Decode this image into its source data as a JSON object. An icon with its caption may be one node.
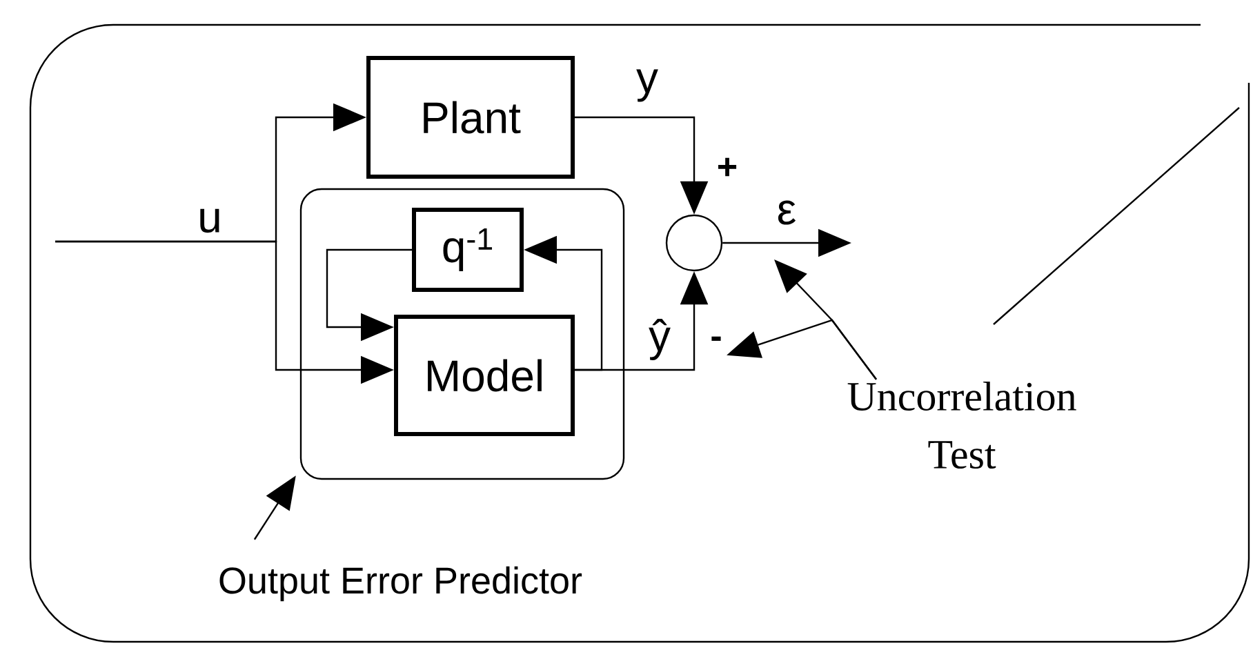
{
  "diagram": {
    "nodes": [
      {
        "text": [
          "Plant"
        ]
      },
      {
        "text": [],
        "shape": "box"
      },
      {
        "text": [
          "q$^{-1}$"
        ],
        "in": 1
      },
      {
        "text": [
          "Model"
        ],
        "in": 1
      },
      {
        "text": [],
        "shape": "circle"
      },
      {
        "text": [
          "Output Error Predictor"
        ]
      },
      {
        "text": [
          "Uncorrelation Test"
        ]
      },
      {
        "text": [
          "-"
        ]
      }
    ],
    "edges": [
      {
        "from": null,
        "to": 0,
        "arrow": "to"
      },
      {
        "from": null,
        "to": 3,
        "arrow": "to"
      },
      {
        "from": 0,
        "to": 4,
        "arrow": "to",
        "label": "y"
      },
      {
        "from": 3,
        "to": 4,
        "arrow": "to",
        "label": "ŷ"
      },
      {
        "from": 3,
        "to": 2,
        "arrow": "to"
      },
      {
        "from": 2,
        "to": 3,
        "arrow": "to"
      },
      {
        "from": 4,
        "to": null,
        "arrow": "to",
        "label": "ε"
      },
      {
        "from": 6,
        "to": null,
        "arrow": "to"
      },
      {
        "from": 6,
        "to": 7,
        "arrow": "to"
      },
      {
        "from": 5,
        "to": 1,
        "arrow": "to"
      }
    ],
    "labels": [
      "u",
      "+"
    ]
  }
}
